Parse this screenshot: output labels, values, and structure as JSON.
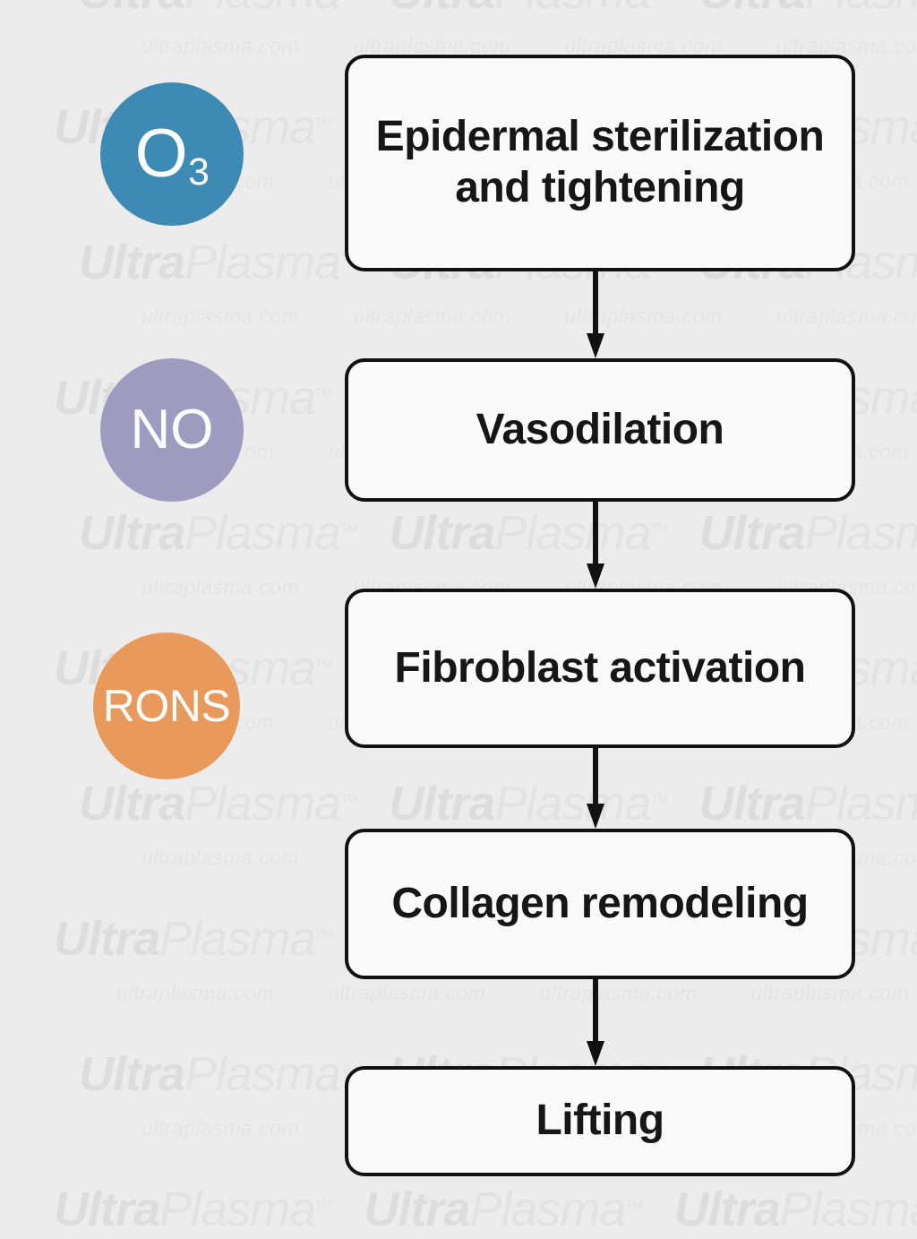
{
  "watermark": {
    "brand_prefix": "Ultra",
    "brand_suffix": "Plasma",
    "trademark": "TM",
    "domain": "ultraplasma.com"
  },
  "diagram": {
    "type": "flowchart",
    "orientation": "vertical",
    "background_color": "#ececec",
    "box_border_color": "#111111",
    "box_fill_color": "#fafafa",
    "badges": [
      {
        "id": "o3",
        "label": "O",
        "subscript": "3",
        "color": "#3d8ab5",
        "text_color": "#fdfdfb",
        "aligned_step": 0
      },
      {
        "id": "no",
        "label": "NO",
        "subscript": "",
        "color": "#9d9bc0",
        "text_color": "#fdfdfb",
        "aligned_step": 1
      },
      {
        "id": "rons",
        "label": "RONS",
        "subscript": "",
        "color": "#e89a5c",
        "text_color": "#fdfdfb",
        "aligned_step": 2
      }
    ],
    "steps": [
      {
        "index": 0,
        "label": "Epidermal sterilization and tightening"
      },
      {
        "index": 1,
        "label": "Vasodilation"
      },
      {
        "index": 2,
        "label": "Fibroblast activation"
      },
      {
        "index": 3,
        "label": "Collagen remodeling"
      },
      {
        "index": 4,
        "label": "Lifting"
      }
    ],
    "connectors": [
      {
        "from": 0,
        "to": 1,
        "shape": "down-arrow"
      },
      {
        "from": 1,
        "to": 2,
        "shape": "down-arrow"
      },
      {
        "from": 2,
        "to": 3,
        "shape": "down-arrow"
      },
      {
        "from": 3,
        "to": 4,
        "shape": "down-arrow"
      }
    ]
  }
}
